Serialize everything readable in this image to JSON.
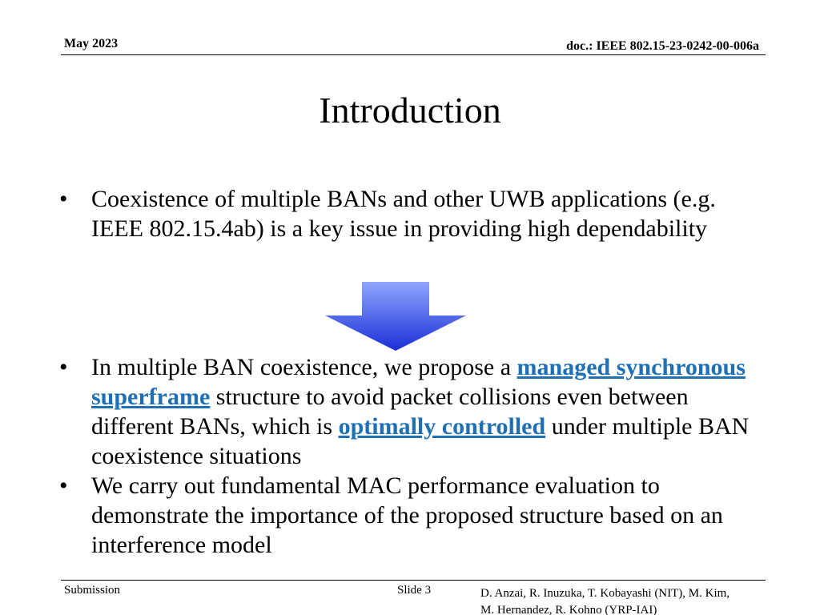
{
  "header": {
    "date": "May 2023",
    "doc": "doc.: IEEE 802.15-23-0242-00-006a"
  },
  "title": "Introduction",
  "bullets": [
    {
      "text": "Coexistence of multiple BANs and other UWB applications (e.g. IEEE 802.15.4ab) is a key issue in providing high dependability"
    },
    {
      "t1": "In multiple BAN coexistence, we propose a ",
      "h1": "managed synchronous superframe",
      "t2": " structure to avoid packet collisions even between different BANs, which is ",
      "h2": "optimally controlled",
      "t3": " under multiple BAN coexistence situations"
    },
    {
      "text": "We carry out fundamental MAC performance evaluation to demonstrate the importance of the proposed structure based on an interference model"
    }
  ],
  "bullet_glyph": "•",
  "arrow": {
    "icon": "down-arrow-icon",
    "color_top": "#8fa6ff",
    "color_bottom": "#1a2fd6"
  },
  "footer": {
    "submission": "Submission",
    "slide": "Slide 3",
    "authors_line1": "D. Anzai, R. Inuzuka, T. Kobayashi (NIT), M. Kim,",
    "authors_line2": "M. Hernandez, R. Kohno (YRP-IAI)"
  },
  "colors": {
    "highlight": "#1f6fb5"
  }
}
